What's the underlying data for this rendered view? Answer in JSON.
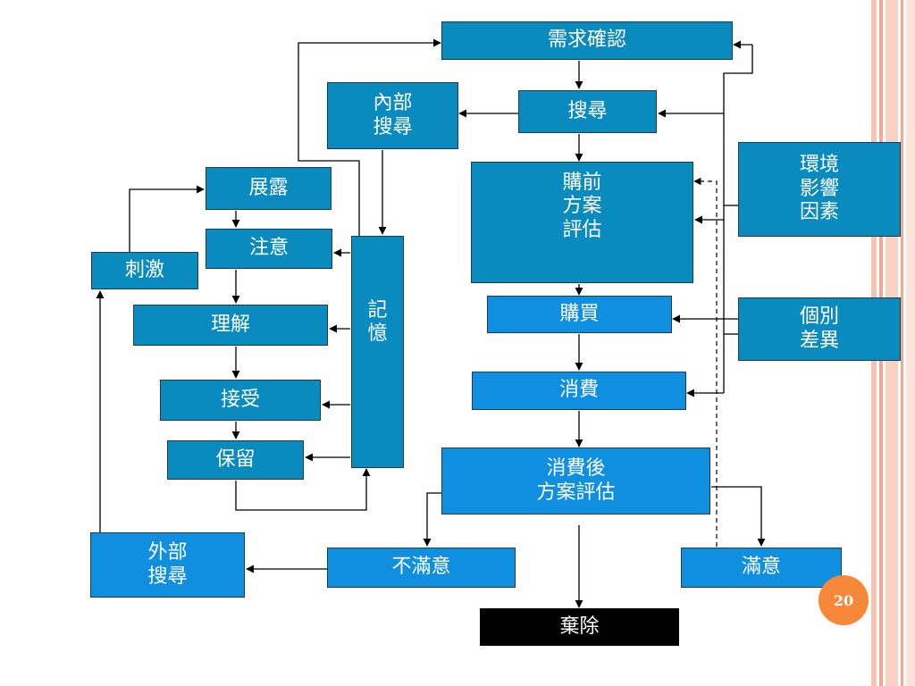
{
  "slide": {
    "page_number": "20",
    "colors": {
      "box": "#0a8bbf",
      "box_bright": "#0f8fe0",
      "accent_stripe": "#f5b09a",
      "badge": "#f7883a"
    }
  },
  "nodes": {
    "need_recognition": "需求確認",
    "search": "搜尋",
    "internal_search": "內部\n搜尋",
    "pre_purchase_evaluation": "購前\n方案\n評估",
    "environmental_influences": "環境\n影響\n因素",
    "purchase": "購買",
    "individual_differences": "個別\n差異",
    "consumption": "消費",
    "post_consumption_evaluation": "消費後\n方案評估",
    "dissatisfied": "不滿意",
    "satisfied": "滿意",
    "divestment": "棄除",
    "external_search": "外部\n搜尋",
    "stimulus": "刺激",
    "exposure": "展露",
    "attention": "注意",
    "comprehension": "理解",
    "acceptance": "接受",
    "retention": "保留",
    "memory": "記\n憶"
  }
}
